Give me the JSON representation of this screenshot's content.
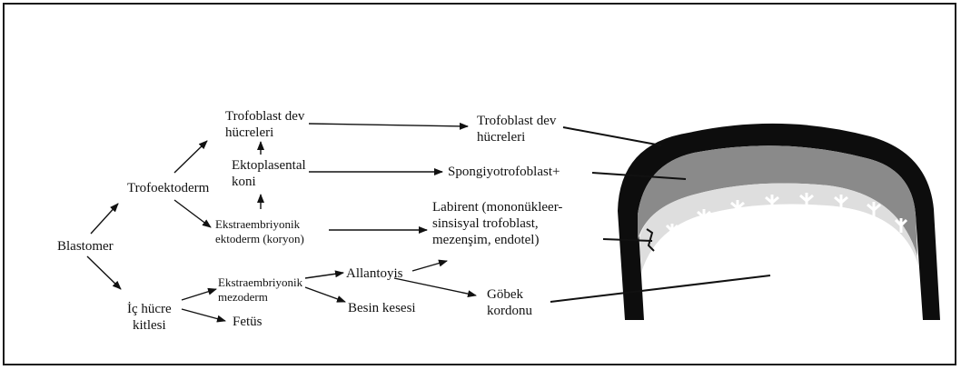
{
  "labels": {
    "blastomer": "Blastomer",
    "trofoektoderm": "Trofoektoderm",
    "ic_hucre_kitlesi": "İç hücre\nkitlesi",
    "trofoblast_dev_left": "Trofoblast dev\nhücreleri",
    "ektoplasental_koni": "Ektoplasental\nkoni",
    "ekstraembriyonik_ektoderm": "Ekstraembriyonik\nektoderm (koryon)",
    "ekstraembriyonik_mezoderm": "Ekstraembriyonik\nmezoderm",
    "fetus": "Fetüs",
    "allantoyis": "Allantoyis",
    "besin_kesesi": "Besin kesesi",
    "trofoblast_dev_right": "Trofoblast dev\nhücreleri",
    "spongiyotrofoblast": "Spongiyotrofoblast+",
    "labirent": "Labirent (mononükleer-\nsinsisyal trofoblast,\nmezenşim,  endotel)",
    "gobek_kordonu": "Göbek\nkordonu"
  },
  "colors": {
    "ink": "#111111",
    "outer_layer": "#0d0d0d",
    "spongio_layer": "#8a8a8a",
    "labyrinth_layer": "#dedede"
  }
}
